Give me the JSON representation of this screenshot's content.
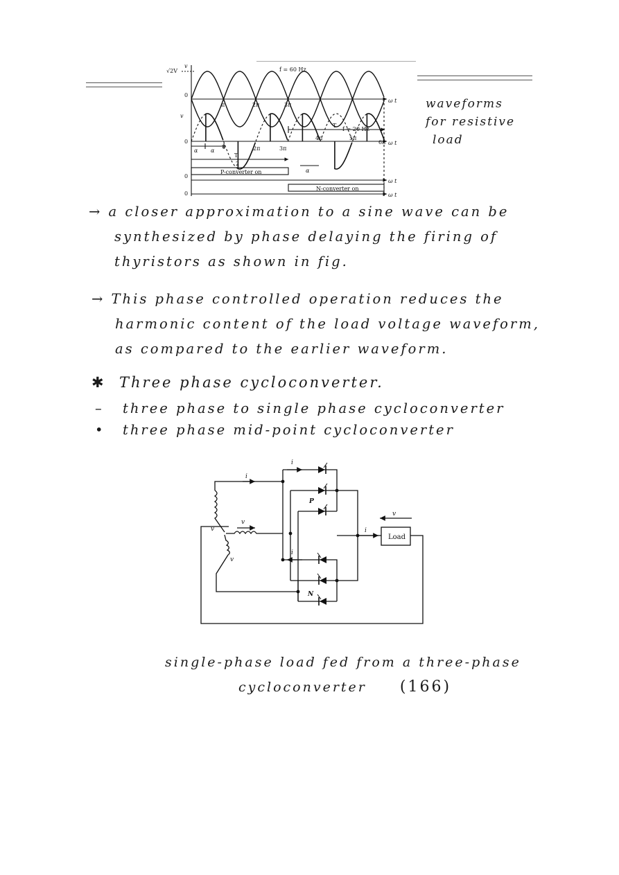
{
  "waveform_figure": {
    "labels": {
      "peak": "√2V",
      "vs_label": "v",
      "fs_label": "f = 60 Hz",
      "zero": "0",
      "pi": "π",
      "two_pi": "2π",
      "three_pi": "3π",
      "four_pi": "4π",
      "five_pi": "5π",
      "six_pi": "6π",
      "omega_t": "ω t",
      "vo_label": "v",
      "t0_half": "T",
      "half": "2",
      "fo_label": "f = 20 Hz",
      "alpha_p": "α",
      "alpha_n": "α",
      "p_converter": "P-converter on",
      "n_converter": "N-converter on"
    },
    "side_note": [
      "waveforms",
      "for resistive",
      "load"
    ]
  },
  "paragraph_1": [
    "→ a closer approximation to a sine wave can be",
    "synthesized by phase delaying the firing of",
    "thyristors as shown in fig."
  ],
  "paragraph_2": [
    "→ This phase controlled operation reduces the",
    "harmonic content of the load voltage waveform,",
    "as compared to the earlier waveform."
  ],
  "section": {
    "heading": "Three phase cycloconverter.",
    "heading_mark": "✱",
    "items": [
      {
        "mark": "–",
        "text": "three phase to single phase cycloconverter"
      },
      {
        "mark": "•",
        "text": "three phase mid-point cycloconverter"
      }
    ]
  },
  "circuit": {
    "labels": {
      "ia": "i",
      "iap": "i",
      "ian": "i",
      "va": "v",
      "vb": "v",
      "vc": "v",
      "P": "P",
      "N": "N",
      "iL": "i",
      "vL": "v",
      "load": "Load"
    },
    "caption": [
      "single-phase load fed from a three-phase",
      "cycloconverter"
    ],
    "page_number": "(166)"
  }
}
